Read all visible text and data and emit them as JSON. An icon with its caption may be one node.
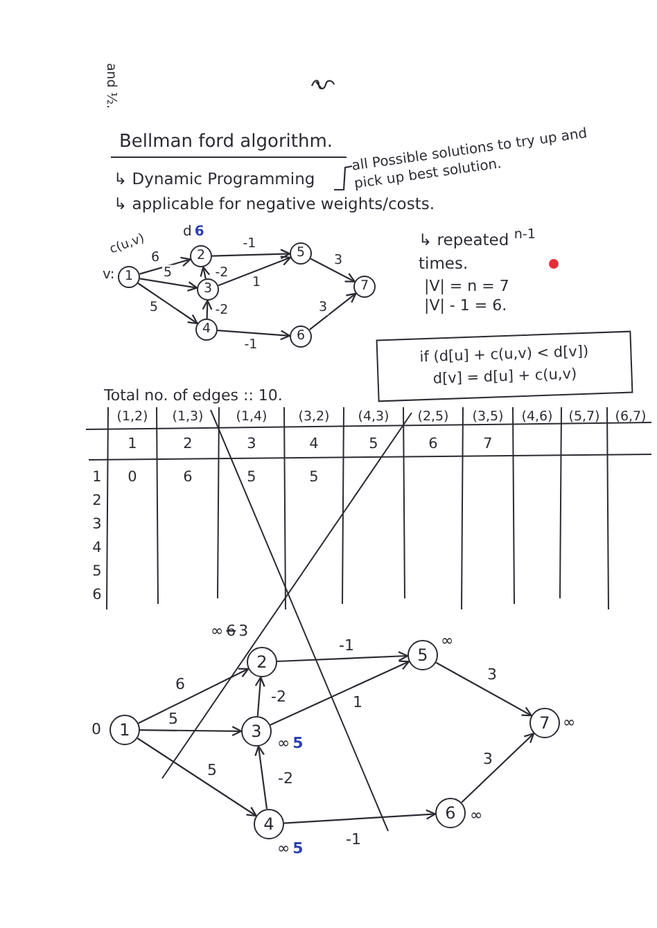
{
  "diagram": {
    "title": "Bellman ford algorithm.",
    "nodes": [
      {
        "text": [
          "1"
        ],
        "beside": [
          "v:"
        ]
      },
      {
        "text": [
          "2"
        ],
        "beside": [
          "d",
          "6"
        ]
      },
      {
        "text": [
          "3"
        ]
      },
      {
        "text": [
          "4"
        ]
      },
      {
        "text": [
          "5"
        ]
      },
      {
        "text": [
          "6"
        ]
      },
      {
        "text": [
          "7"
        ]
      },
      {
        "text": [
          "if (d[u] + c(u,v) < d[v])",
          "d[v] = d[u] + c(u,v)"
        ]
      },
      {
        "text": [
          "1"
        ],
        "beside": [
          "0"
        ]
      },
      {
        "text": [
          "2"
        ],
        "beside": [
          "∞",
          "6",
          "3"
        ]
      },
      {
        "text": [
          "3"
        ],
        "beside": [
          "∞",
          "5"
        ]
      },
      {
        "text": [
          "4"
        ],
        "beside": [
          "∞",
          "5"
        ]
      },
      {
        "text": [
          "5"
        ],
        "beside": [
          "∞"
        ]
      },
      {
        "text": [
          "6"
        ],
        "beside": [
          "∞"
        ]
      },
      {
        "text": [
          "7"
        ],
        "beside": [
          "∞"
        ]
      }
    ],
    "edges": [
      {
        "from": 0,
        "to": 1,
        "arrow": "to",
        "label": "6"
      },
      {
        "from": 0,
        "to": 2,
        "arrow": "to",
        "label": "5"
      },
      {
        "from": 0,
        "to": 3,
        "arrow": "to",
        "label": "5"
      },
      {
        "from": 1,
        "to": 4,
        "arrow": "to",
        "label": "-1"
      },
      {
        "from": 2,
        "to": 1,
        "arrow": "to",
        "label": "-2"
      },
      {
        "from": 2,
        "to": 4,
        "arrow": "to",
        "label": "1"
      },
      {
        "from": 3,
        "to": 2,
        "arrow": "to",
        "label": "-2"
      },
      {
        "from": 3,
        "to": 5,
        "arrow": "to",
        "label": "-1"
      },
      {
        "from": 4,
        "to": 6,
        "arrow": "to",
        "label": "3"
      },
      {
        "from": 5,
        "to": 6,
        "arrow": "to",
        "label": "3"
      },
      {
        "from": 8,
        "to": 9,
        "arrow": "to",
        "label": "6"
      },
      {
        "from": 8,
        "to": 10,
        "arrow": "to",
        "label": "5"
      },
      {
        "from": 8,
        "to": 11,
        "arrow": "to",
        "label": "5"
      },
      {
        "from": 9,
        "to": 12,
        "arrow": "to",
        "label": "-1"
      },
      {
        "from": 10,
        "to": 9,
        "arrow": "to",
        "label": "-2"
      },
      {
        "from": 10,
        "to": 12,
        "arrow": "to",
        "label": "1"
      },
      {
        "from": 11,
        "to": 10,
        "arrow": "to",
        "label": "-2"
      },
      {
        "from": 11,
        "to": 13,
        "arrow": "to",
        "label": "-1"
      },
      {
        "from": 12,
        "to": 14,
        "arrow": "to",
        "label": "3"
      },
      {
        "from": 13,
        "to": 14,
        "arrow": "to",
        "label": "3"
      }
    ],
    "labels": [
      "and ½.",
      "↳ Dynamic Programming",
      "all Possible solutions to try up and pick up best solution.",
      "↳ applicable for negative weights/costs.",
      "c(u,v)",
      "↳ repeated $^{n-1}$ times.",
      "|V| = n = 7",
      "|V| - 1 = 6.",
      "Total no. of edges :: 10.",
      "(1,2)",
      "(1,3)",
      "(1,4)",
      "(3,2)",
      "(4,3)",
      "(2,5)",
      "(3,5)",
      "(4,6)",
      "(5,7)",
      "(6,7)",
      "1",
      "2",
      "3",
      "4",
      "5",
      "6",
      "7",
      "1",
      "0",
      "6",
      "5",
      "5",
      "2",
      "3",
      "4",
      "5",
      "6"
    ]
  }
}
